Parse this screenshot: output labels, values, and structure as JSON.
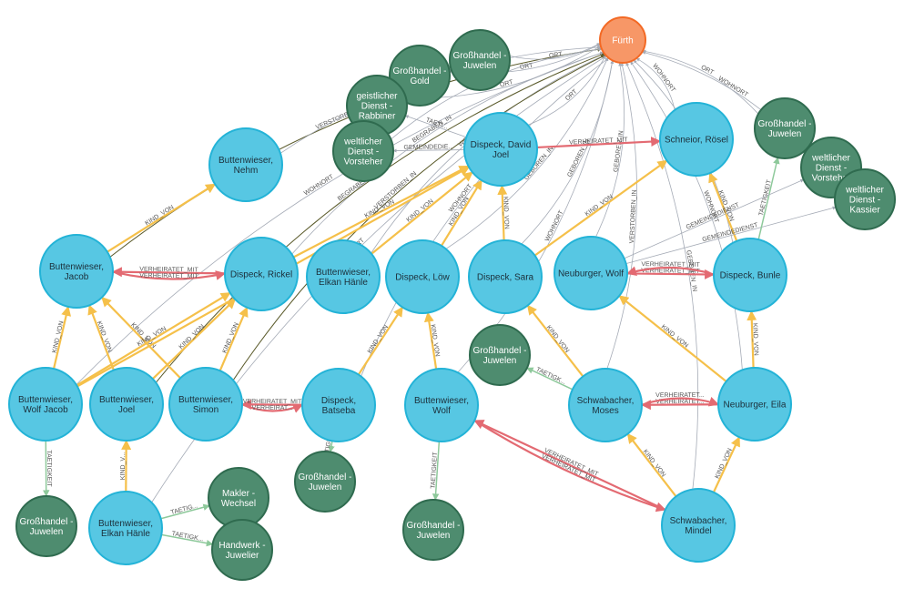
{
  "colors": {
    "person": "#57c7e3",
    "person_stroke": "#23b3d7",
    "place": "#f79767",
    "place_stroke": "#f36924",
    "job": "#4e8c6f",
    "job_stroke": "#2f6b4f",
    "edge_grey": "#a5abb6",
    "edge_family": "#f5c04a",
    "edge_marriage": "#e36a72",
    "edge_job": "#8ec99b",
    "edge_dark": "#5a5a2a"
  },
  "nodes": [
    {
      "id": "fuerth",
      "type": "place",
      "lines": [
        "Fürth"
      ]
    },
    {
      "id": "gh_juwelen_top",
      "type": "job",
      "lines": [
        "Großhandel -",
        "Juwelen"
      ]
    },
    {
      "id": "gh_gold",
      "type": "job",
      "lines": [
        "Großhandel -",
        "Gold"
      ]
    },
    {
      "id": "geist_rabbiner",
      "type": "job",
      "lines": [
        "geistlicher",
        "Dienst -",
        "Rabbiner"
      ]
    },
    {
      "id": "welt_vorsteher1",
      "type": "job",
      "lines": [
        "weltlicher",
        "Dienst -",
        "Vorsteher"
      ]
    },
    {
      "id": "dispeck_david",
      "type": "person",
      "lines": [
        "Dispeck, David",
        "Joel"
      ]
    },
    {
      "id": "schneior",
      "type": "person",
      "lines": [
        "Schneior, Rösel"
      ]
    },
    {
      "id": "gh_juwelen_r",
      "type": "job",
      "lines": [
        "Großhandel -",
        "Juwelen"
      ]
    },
    {
      "id": "welt_vorsteher2",
      "type": "job",
      "lines": [
        "weltlicher",
        "Dienst -",
        "Vorsteher"
      ]
    },
    {
      "id": "welt_kassier",
      "type": "job",
      "lines": [
        "weltlicher",
        "Dienst -",
        "Kassier"
      ]
    },
    {
      "id": "butt_nehm",
      "type": "person",
      "lines": [
        "Buttenwieser,",
        "Nehm"
      ]
    },
    {
      "id": "butt_jacob",
      "type": "person",
      "lines": [
        "Buttenwieser,",
        "Jacob"
      ]
    },
    {
      "id": "dispeck_rickel",
      "type": "person",
      "lines": [
        "Dispeck, Rickel"
      ]
    },
    {
      "id": "butt_elkan_h1",
      "type": "person",
      "lines": [
        "Buttenwieser,",
        "Elkan Hänle"
      ]
    },
    {
      "id": "dispeck_loew",
      "type": "person",
      "lines": [
        "Dispeck, Löw"
      ]
    },
    {
      "id": "dispeck_sara",
      "type": "person",
      "lines": [
        "Dispeck, Sara"
      ]
    },
    {
      "id": "neuburger_wolf",
      "type": "person",
      "lines": [
        "Neuburger, Wolf"
      ]
    },
    {
      "id": "dispeck_bunle",
      "type": "person",
      "lines": [
        "Dispeck, Bunle"
      ]
    },
    {
      "id": "gh_juwelen_mid",
      "type": "job",
      "lines": [
        "Großhandel -",
        "Juwelen"
      ]
    },
    {
      "id": "butt_wolf_jacob",
      "type": "person",
      "lines": [
        "Buttenwieser,",
        "Wolf Jacob"
      ]
    },
    {
      "id": "butt_joel",
      "type": "person",
      "lines": [
        "Buttenwieser,",
        "Joel"
      ]
    },
    {
      "id": "butt_simon",
      "type": "person",
      "lines": [
        "Buttenwieser,",
        "Simon"
      ]
    },
    {
      "id": "dispeck_batseba",
      "type": "person",
      "lines": [
        "Dispeck,",
        "Batseba"
      ]
    },
    {
      "id": "butt_wolf",
      "type": "person",
      "lines": [
        "Buttenwieser,",
        "Wolf"
      ]
    },
    {
      "id": "schwab_moses",
      "type": "person",
      "lines": [
        "Schwabacher,",
        "Moses"
      ]
    },
    {
      "id": "neuburger_eila",
      "type": "person",
      "lines": [
        "Neuburger, Eila"
      ]
    },
    {
      "id": "gh_juwelen_batseba",
      "type": "job",
      "lines": [
        "Großhandel -",
        "Juwelen"
      ]
    },
    {
      "id": "makler",
      "type": "job",
      "lines": [
        "Makler -",
        "Wechsel"
      ]
    },
    {
      "id": "handwerk",
      "type": "job",
      "lines": [
        "Handwerk -",
        "Juwelier"
      ]
    },
    {
      "id": "gh_juwelen_bl",
      "type": "job",
      "lines": [
        "Großhandel -",
        "Juwelen"
      ]
    },
    {
      "id": "butt_elkan_h2",
      "type": "person",
      "lines": [
        "Buttenwieser,",
        "Elkan Hänle"
      ]
    },
    {
      "id": "gh_juwelen_bm",
      "type": "job",
      "lines": [
        "Großhandel -",
        "Juwelen"
      ]
    },
    {
      "id": "schwab_mindel",
      "type": "person",
      "lines": [
        "Schwabacher,",
        "Mindel"
      ]
    }
  ],
  "edges": [
    {
      "from": "butt_jacob",
      "to": "fuerth",
      "kind": "dark",
      "label": "VERSTORBEN_IN"
    },
    {
      "from": "butt_nehm",
      "to": "fuerth",
      "kind": "grey",
      "label": "VERSTORBEN_IN"
    },
    {
      "from": "dispeck_rickel",
      "to": "fuerth",
      "kind": "grey",
      "label": "BEGRABEN_IN"
    },
    {
      "from": "butt_elkan_h1",
      "to": "fuerth",
      "kind": "grey",
      "label": "WOHNORT"
    },
    {
      "from": "dispeck_loew",
      "to": "fuerth",
      "kind": "grey",
      "label": "GEBOREN_IN"
    },
    {
      "from": "dispeck_sara",
      "to": "fuerth",
      "kind": "grey",
      "label": "GEBOREN_IN"
    },
    {
      "from": "neuburger_wolf",
      "to": "fuerth",
      "kind": "grey",
      "label": "GEBOREN_IN"
    },
    {
      "from": "dispeck_bunle",
      "to": "fuerth",
      "kind": "grey",
      "label": "BEGRABEN_IN"
    },
    {
      "from": "schneior",
      "to": "fuerth",
      "kind": "grey",
      "label": "WOHNORT"
    },
    {
      "from": "dispeck_david",
      "to": "fuerth",
      "kind": "grey",
      "label": "ORT"
    },
    {
      "from": "gh_juwelen_r",
      "to": "fuerth",
      "kind": "grey",
      "label": "ORT"
    },
    {
      "from": "welt_vorsteher2",
      "to": "fuerth",
      "kind": "grey",
      "label": "WOHNORT"
    },
    {
      "from": "schwab_moses",
      "to": "fuerth",
      "kind": "grey",
      "label": "VERSTORBEN_IN"
    },
    {
      "from": "butt_wolf",
      "to": "fuerth",
      "kind": "grey",
      "label": "WOHNORT"
    },
    {
      "from": "neuburger_eila",
      "to": "fuerth",
      "kind": "grey",
      "label": "WOHNORT"
    },
    {
      "from": "schwab_mindel",
      "to": "fuerth",
      "kind": "grey",
      "label": "GEBOREN_IN"
    },
    {
      "from": "dispeck_batseba",
      "to": "fuerth",
      "kind": "grey",
      "label": "WOHNORT"
    },
    {
      "from": "butt_simon",
      "to": "fuerth",
      "kind": "dark",
      "label": "VERSTORBEN_IN"
    },
    {
      "from": "butt_joel",
      "to": "fuerth",
      "kind": "dark",
      "label": "BEGRABEN_IN"
    },
    {
      "from": "butt_wolf_jacob",
      "to": "fuerth",
      "kind": "grey",
      "label": "WOHNORT"
    },
    {
      "from": "butt_elkan_h2",
      "to": "fuerth",
      "kind": "grey",
      "label": "WOHNORT"
    },
    {
      "from": "gh_juwelen_top",
      "to": "fuerth",
      "kind": "grey",
      "label": "ORT"
    },
    {
      "from": "gh_gold",
      "to": "fuerth",
      "kind": "grey",
      "label": "ORT"
    },
    {
      "from": "geist_rabbiner",
      "to": "fuerth",
      "kind": "grey",
      "label": "ORT"
    },
    {
      "from": "welt_vorsteher1",
      "to": "fuerth",
      "kind": "grey",
      "label": "ORT"
    },
    {
      "from": "dispeck_david",
      "to": "geist_rabbiner",
      "kind": "grey",
      "label": "TAETI..."
    },
    {
      "from": "dispeck_david",
      "to": "welt_vorsteher1",
      "kind": "grey",
      "label": "GEMEINDEDIE..."
    },
    {
      "from": "dispeck_david",
      "to": "schneior",
      "kind": "marriage",
      "label": "VERHEIRATET_MIT"
    },
    {
      "from": "butt_jacob",
      "to": "butt_nehm",
      "kind": "family",
      "label": "KIND_VON"
    },
    {
      "from": "dispeck_rickel",
      "to": "butt_jacob",
      "kind": "marriage",
      "label": "VERHEIRATET_MIT"
    },
    {
      "from": "butt_jacob",
      "to": "dispeck_rickel",
      "kind": "marriage",
      "label": "VERHEIRATET_MIT"
    },
    {
      "from": "dispeck_rickel",
      "to": "dispeck_david",
      "kind": "family",
      "label": "KIND_VON"
    },
    {
      "from": "dispeck_loew",
      "to": "dispeck_david",
      "kind": "family",
      "label": "KIND_VON"
    },
    {
      "from": "dispeck_sara",
      "to": "dispeck_david",
      "kind": "family",
      "label": "KIND_VON"
    },
    {
      "from": "dispeck_bunle",
      "to": "schneior",
      "kind": "family",
      "label": "KIND_VON"
    },
    {
      "from": "neuburger_wolf",
      "to": "dispeck_bunle",
      "kind": "marriage",
      "label": "VERHEIRATET_MIT"
    },
    {
      "from": "dispeck_bunle",
      "to": "neuburger_wolf",
      "kind": "marriage",
      "label": "VERHEIRATET_MIT"
    },
    {
      "from": "neuburger_wolf",
      "to": "welt_kassier",
      "kind": "grey",
      "label": "GEMEINDEDIENST"
    },
    {
      "from": "dispeck_bunle",
      "to": "gh_juwelen_r",
      "kind": "job",
      "label": "TAETIGKEIT"
    },
    {
      "from": "butt_wolf_jacob",
      "to": "butt_jacob",
      "kind": "family",
      "label": "KIND_VON"
    },
    {
      "from": "butt_joel",
      "to": "butt_jacob",
      "kind": "family",
      "label": "KIND_VON"
    },
    {
      "from": "butt_joel",
      "to": "dispeck_rickel",
      "kind": "family",
      "label": "KIND_VON"
    },
    {
      "from": "butt_simon",
      "to": "dispeck_rickel",
      "kind": "family",
      "label": "KIND_VON"
    },
    {
      "from": "butt_simon",
      "to": "butt_jacob",
      "kind": "family",
      "label": "KIND_VON"
    },
    {
      "from": "butt_wolf_jacob",
      "to": "dispeck_rickel",
      "kind": "family",
      "label": "KIND_VON"
    },
    {
      "from": "dispeck_batseba",
      "to": "butt_simon",
      "kind": "marriage",
      "label": "VERHEIRATET_MIT"
    },
    {
      "from": "butt_simon",
      "to": "dispeck_batseba",
      "kind": "marriage",
      "label": "VERHEIRAT..."
    },
    {
      "from": "dispeck_batseba",
      "to": "dispeck_loew",
      "kind": "family",
      "label": "KIND_VON"
    },
    {
      "from": "butt_wolf",
      "to": "dispeck_loew",
      "kind": "family",
      "label": "KIND_VON"
    },
    {
      "from": "dispeck_batseba",
      "to": "gh_juwelen_batseba",
      "kind": "job",
      "label": "TAETIGKEIT"
    },
    {
      "from": "schwab_moses",
      "to": "gh_juwelen_mid",
      "kind": "job",
      "label": "TAETIGK..."
    },
    {
      "from": "neuburger_eila",
      "to": "schwab_moses",
      "kind": "marriage",
      "label": "VERHEIRATET..."
    },
    {
      "from": "schwab_moses",
      "to": "neuburger_eila",
      "kind": "marriage",
      "label": "VERHEIRATET..."
    },
    {
      "from": "neuburger_eila",
      "to": "neuburger_wolf",
      "kind": "family",
      "label": "KIND_VON"
    },
    {
      "from": "neuburger_eila",
      "to": "dispeck_bunle",
      "kind": "family",
      "label": "KIND_VON"
    },
    {
      "from": "schwab_moses",
      "to": "dispeck_sara",
      "kind": "family",
      "label": "KIND_VON"
    },
    {
      "from": "schwab_mindel",
      "to": "schwab_moses",
      "kind": "family",
      "label": "KIND_VON"
    },
    {
      "from": "schwab_mindel",
      "to": "neuburger_eila",
      "kind": "family",
      "label": "KIND_VON"
    },
    {
      "from": "schwab_mindel",
      "to": "butt_wolf",
      "kind": "marriage",
      "label": "VERHEIRATET_MIT"
    },
    {
      "from": "butt_wolf",
      "to": "schwab_mindel",
      "kind": "marriage",
      "label": "VERHEIRATET_MIT"
    },
    {
      "from": "butt_wolf",
      "to": "gh_juwelen_bm",
      "kind": "job",
      "label": "TAETIGKEIT"
    },
    {
      "from": "butt_wolf_jacob",
      "to": "gh_juwelen_bl",
      "kind": "job",
      "label": "TAETIGKEIT"
    },
    {
      "from": "butt_elkan_h2",
      "to": "makler",
      "kind": "job",
      "label": "TAETIG..."
    },
    {
      "from": "butt_elkan_h2",
      "to": "handwerk",
      "kind": "job",
      "label": "TAETIGK..."
    },
    {
      "from": "butt_elkan_h2",
      "to": "butt_joel",
      "kind": "family",
      "label": "KIND_V..."
    },
    {
      "from": "butt_elkan_h1",
      "to": "dispeck_david",
      "kind": "family",
      "label": "KIND_VON"
    },
    {
      "from": "butt_wolf_jacob",
      "to": "dispeck_david",
      "kind": "family",
      "label": "KIND_VON"
    },
    {
      "from": "dispeck_sara",
      "to": "schneior",
      "kind": "family",
      "label": "KIND_VON"
    },
    {
      "from": "neuburger_wolf",
      "to": "welt_vorsteher2",
      "kind": "grey",
      "label": "GEMEINDEDIENST"
    }
  ]
}
